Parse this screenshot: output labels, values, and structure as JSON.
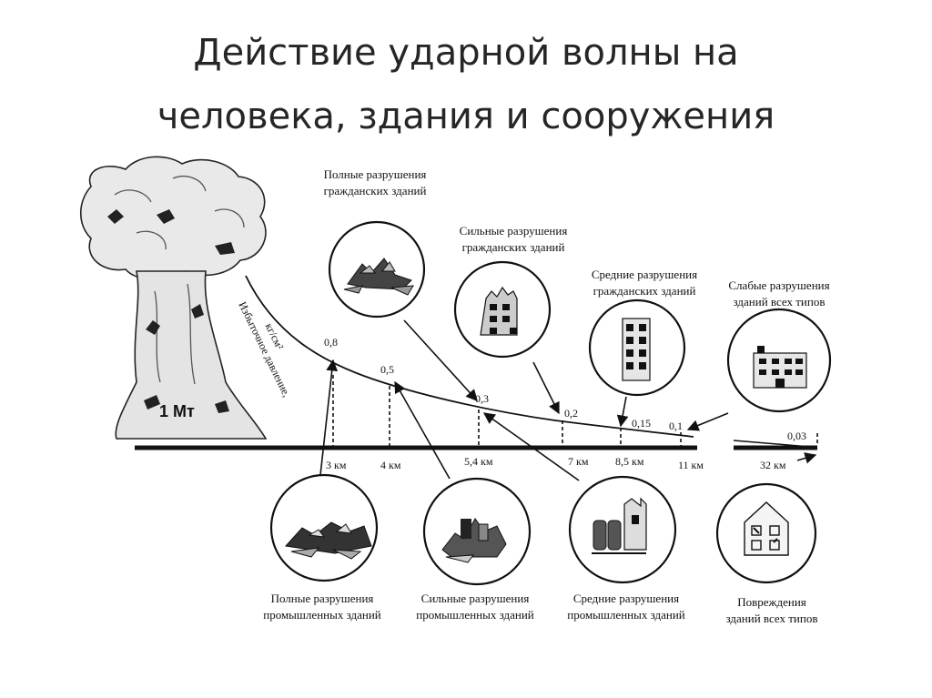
{
  "slide": {
    "title_line1": "Действие ударной волны на",
    "title_line2": "человека, здания и сооружения"
  },
  "diagram": {
    "yield_label": "1 Мт",
    "pressure_axis_label": "Избыточное давление,",
    "pressure_unit_label": "кг/см²",
    "pressures": [
      "0,8",
      "0,5",
      "0,3",
      "0,2",
      "0,15",
      "0,1",
      "0,03"
    ],
    "distances": [
      "3 км",
      "4 км",
      "5,4 км",
      "7 км",
      "8,5 км",
      "11 км",
      "32 км"
    ],
    "captions_top": [
      {
        "line1": "Полные разрушения",
        "line2": "гражданских зданий"
      },
      {
        "line1": "Сильные разрушения",
        "line2": "гражданских зданий"
      },
      {
        "line1": "Средние разрушения",
        "line2": "гражданских зданий"
      },
      {
        "line1": "Слабые разрушения",
        "line2": "зданий всех типов"
      }
    ],
    "captions_bottom": [
      {
        "line1": "Полные разрушения",
        "line2": "промышленных зданий"
      },
      {
        "line1": "Сильные разрушения",
        "line2": "промышленных зданий"
      },
      {
        "line1": "Средние разрушения",
        "line2": "промышленных зданий"
      },
      {
        "line1": "Повреждения",
        "line2": "зданий всех типов"
      }
    ]
  }
}
